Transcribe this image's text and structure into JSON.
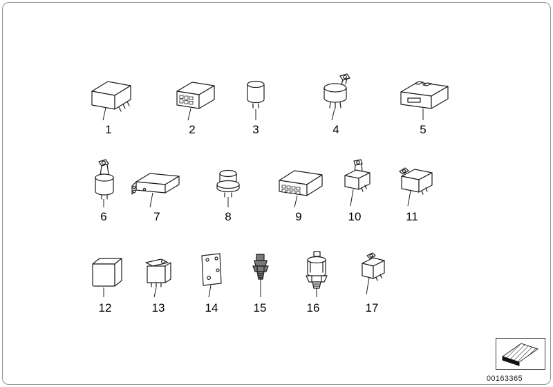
{
  "diagram": {
    "parts": [
      "1",
      "2",
      "3",
      "4",
      "5",
      "6",
      "7",
      "8",
      "9",
      "10",
      "11",
      "12",
      "13",
      "14",
      "15",
      "16",
      "17"
    ],
    "doc_number": "00163365",
    "thumbnail_icon": "diagram-sheet-icon",
    "colors": {
      "line": "#1c1c1c",
      "border": "#8f8f8f",
      "background": "#ffffff"
    }
  }
}
